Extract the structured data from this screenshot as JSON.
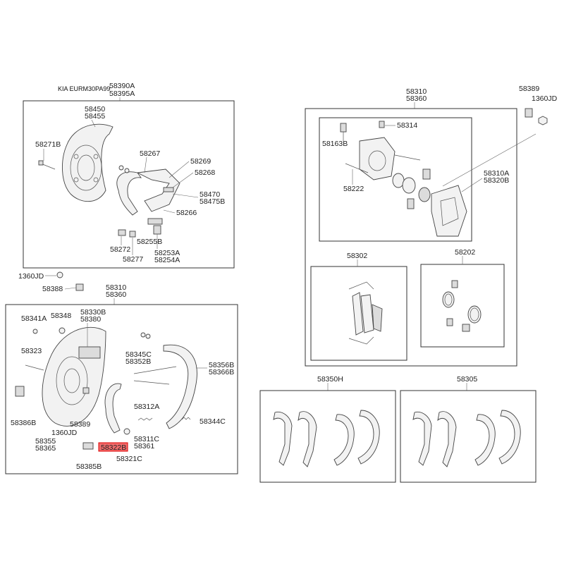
{
  "header": {
    "catalog_ref": "KIA EURM30PA99",
    "top_codes": [
      "58390A",
      "58395A"
    ]
  },
  "highlight_color": "#ee3b3b",
  "labels": {
    "l58450": "58450",
    "l58455": "58455",
    "l58271B": "58271B",
    "l58267": "58267",
    "l58269": "58269",
    "l58268": "58268",
    "l58470": "58470",
    "l58475B": "58475B",
    "l58266": "58266",
    "l58255B": "58255B",
    "l58272": "58272",
    "l58277": "58277",
    "l58253A": "58253A",
    "l58254A": "58254A",
    "l1360JD_a": "1360JD",
    "l58388": "58388",
    "l58310_a": "58310",
    "l58360_a": "58360",
    "l58341A": "58341A",
    "l58348": "58348",
    "l58330B": "58330B",
    "l58380": "58380",
    "l58323": "58323",
    "l58345C": "58345C",
    "l58352B": "58352B",
    "l58356B": "58356B",
    "l58366B": "58366B",
    "l58386B": "58386B",
    "l58389_a": "58389",
    "l1360JD_b": "1360JD",
    "l58355": "58355",
    "l58365": "58365",
    "l58312A": "58312A",
    "l58344C": "58344C",
    "l58311C": "58311C",
    "l58361": "58361",
    "l58322B": "58322B",
    "l58321C": "58321C",
    "l58385B": "58385B",
    "l58310_b": "58310",
    "l58360_b": "58360",
    "l58314": "58314",
    "l58163B": "58163B",
    "l58222": "58222",
    "l58310A": "58310A",
    "l58320B": "58320B",
    "l58389_b": "58389",
    "l1360JD_c": "1360JD",
    "l58302": "58302",
    "l58202": "58202",
    "l58350H": "58350H",
    "l58305": "58305"
  }
}
